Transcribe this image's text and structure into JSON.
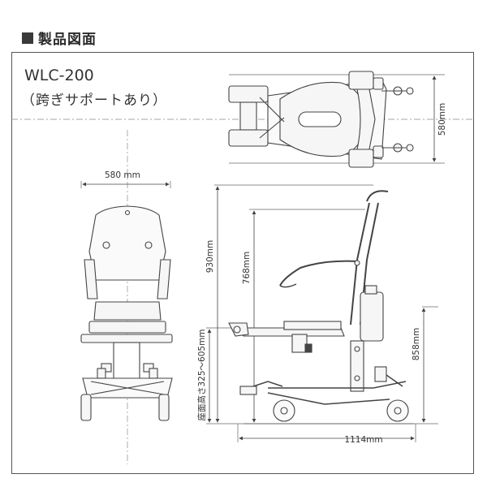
{
  "heading": {
    "text": "製品図面",
    "marker_icon": "square-bullet-icon"
  },
  "model": {
    "name": "WLC-200",
    "variant": "（跨ぎサポートあり）"
  },
  "dimensions": {
    "top_depth": "580mm",
    "front_width": "580 mm",
    "overall_height": "930mm",
    "armrest_height": "768mm",
    "seat_height": "座面高さ325～605mm",
    "handle_height": "858mm",
    "overall_length": "1114mm"
  },
  "colors": {
    "line": "#444444",
    "dim_line": "#555555",
    "fill": "#f4f4f4"
  }
}
